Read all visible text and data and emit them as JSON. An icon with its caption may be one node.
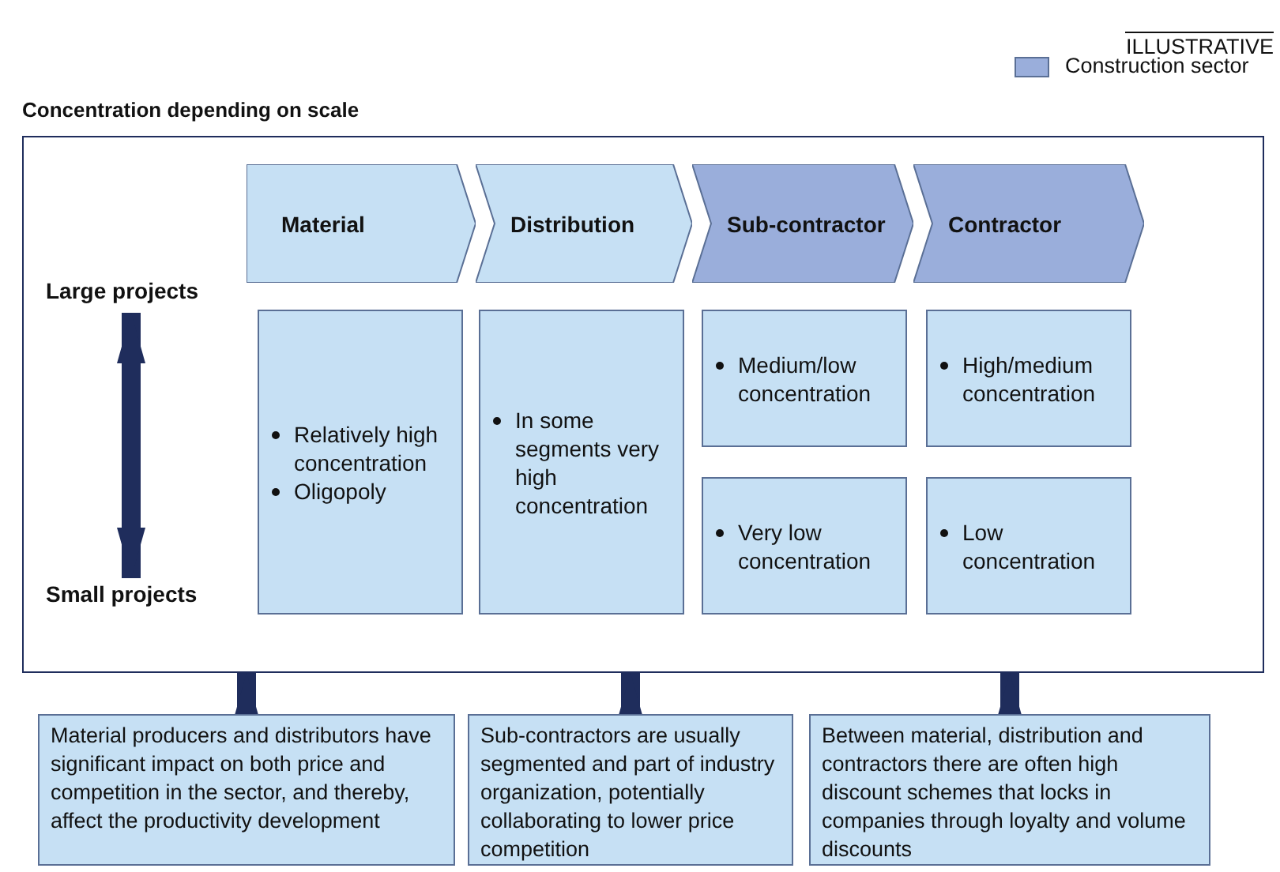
{
  "diagram": {
    "nodes": [
      {
        "text": [
          "Concentration depending on scale"
        ]
      },
      {
        "text": [
          "Material"
        ],
        "in": 0
      },
      {
        "text": [
          "Distribution"
        ],
        "in": 0
      },
      {
        "text": [
          "Sub-contractor"
        ],
        "in": 0
      },
      {
        "text": [
          "Contractor"
        ],
        "in": 0
      },
      {
        "text": [
          "Large projects"
        ],
        "in": 0
      },
      {
        "text": [
          "Small projects"
        ],
        "in": 0
      },
      {
        "text": [
          "Relatively high concentration",
          "Oligopoly"
        ],
        "in": 0
      },
      {
        "text": [
          "In some segments very high concentration"
        ],
        "in": 0
      },
      {
        "text": [
          "Medium/low concentration"
        ],
        "in": 0
      },
      {
        "text": [
          "Very low concentration"
        ],
        "in": 0
      },
      {
        "text": [
          "High/medium concentration"
        ],
        "in": 0
      },
      {
        "text": [
          "Low concentration"
        ],
        "in": 0
      },
      {
        "text": [
          "Material producers and distributors have significant impact on both price and competition in the sector, and thereby, affect the productivity development"
        ]
      },
      {
        "text": [
          "Sub-contractors are usually segmented and part of industry organization, potentially collaborating to lower price competition"
        ]
      },
      {
        "text": [
          "Between material, distribution and contractors there are often high discount schemes that locks in companies through loyalty and volume discounts"
        ]
      }
    ],
    "edges": [
      {
        "from": 5,
        "to": 6,
        "arrow": "both"
      },
      {
        "from": 13,
        "to": 0,
        "arrow": "to"
      },
      {
        "from": 14,
        "to": 0,
        "arrow": "to"
      },
      {
        "from": 15,
        "to": 0,
        "arrow": "to"
      }
    ],
    "labels": [
      "ILLUSTRATIVE"
    ],
    "legend": [
      {
        "text": "Construction sector",
        "color": "#9aaedb"
      }
    ]
  }
}
